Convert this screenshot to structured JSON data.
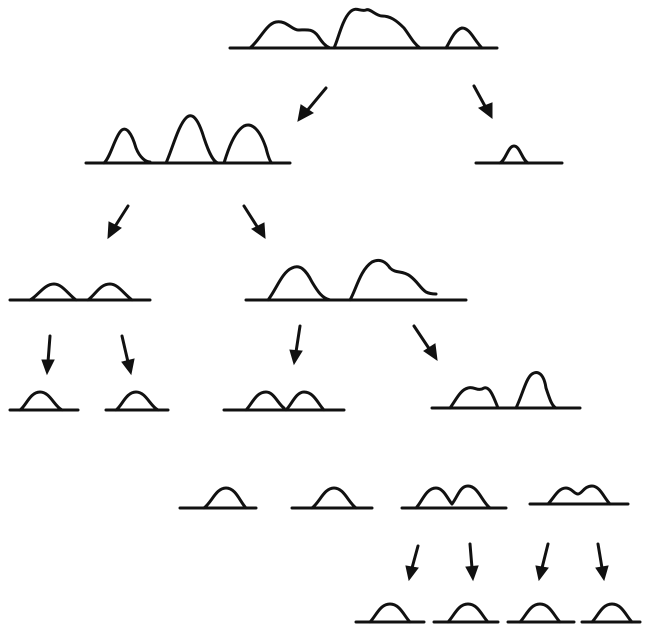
{
  "diagram": {
    "kind": "chromatogram-tree",
    "colors": {
      "ink": "#111111",
      "background": "#ffffff"
    },
    "nodes": [
      {
        "id": "root",
        "peaks": 3
      },
      {
        "id": "left-1",
        "peaks": 3
      },
      {
        "id": "right-1",
        "peaks": 1
      },
      {
        "id": "left-2a",
        "peaks": 2
      },
      {
        "id": "left-2b",
        "peaks": 2
      },
      {
        "id": "leaf-a",
        "peaks": 1
      },
      {
        "id": "leaf-b",
        "peaks": 1
      },
      {
        "id": "mid-3",
        "peaks": 2
      },
      {
        "id": "mid-4",
        "peaks": 2
      },
      {
        "id": "row5-a",
        "peaks": 1
      },
      {
        "id": "row5-b",
        "peaks": 1
      },
      {
        "id": "row5-c",
        "peaks": 2
      },
      {
        "id": "row5-d",
        "peaks": 2
      },
      {
        "id": "bottom-a",
        "peaks": 1
      },
      {
        "id": "bottom-b",
        "peaks": 1
      },
      {
        "id": "bottom-c",
        "peaks": 1
      },
      {
        "id": "bottom-d",
        "peaks": 1
      }
    ],
    "edges": [
      [
        "root",
        "left-1"
      ],
      [
        "root",
        "right-1"
      ],
      [
        "left-1",
        "left-2a"
      ],
      [
        "left-1",
        "left-2b"
      ],
      [
        "left-2a",
        "leaf-a"
      ],
      [
        "left-2a",
        "leaf-b"
      ],
      [
        "left-2b",
        "mid-3"
      ],
      [
        "left-2b",
        "mid-4"
      ],
      [
        "row5-c",
        "bottom-a"
      ],
      [
        "row5-c",
        "bottom-b"
      ],
      [
        "row5-d",
        "bottom-c"
      ],
      [
        "row5-d",
        "bottom-d"
      ]
    ]
  }
}
